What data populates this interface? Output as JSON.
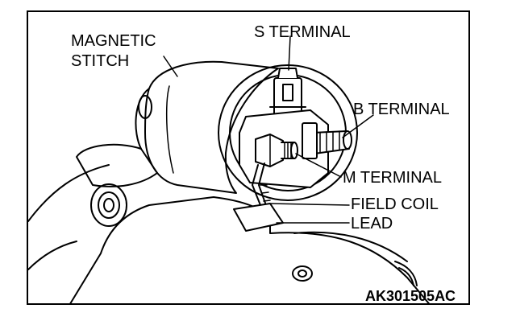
{
  "labels": {
    "magnetic": "MAGNETIC",
    "stitch": "STITCH",
    "s_terminal": "S TERMINAL",
    "b_terminal": "B TERMINAL",
    "m_terminal": "M TERMINAL",
    "field_coil": "FIELD COIL",
    "lead": "LEAD"
  },
  "figure_code": "AK301505AC",
  "colors": {
    "ink": "#000000",
    "paper": "#ffffff"
  }
}
